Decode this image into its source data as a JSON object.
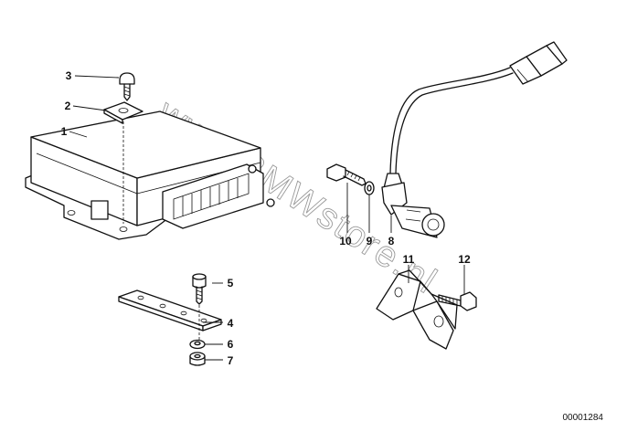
{
  "watermark": "www.BMWstore.nl",
  "document_number": "00001284",
  "callouts": [
    "1",
    "2",
    "3",
    "4",
    "5",
    "6",
    "7",
    "8",
    "9",
    "10",
    "11",
    "12"
  ]
}
